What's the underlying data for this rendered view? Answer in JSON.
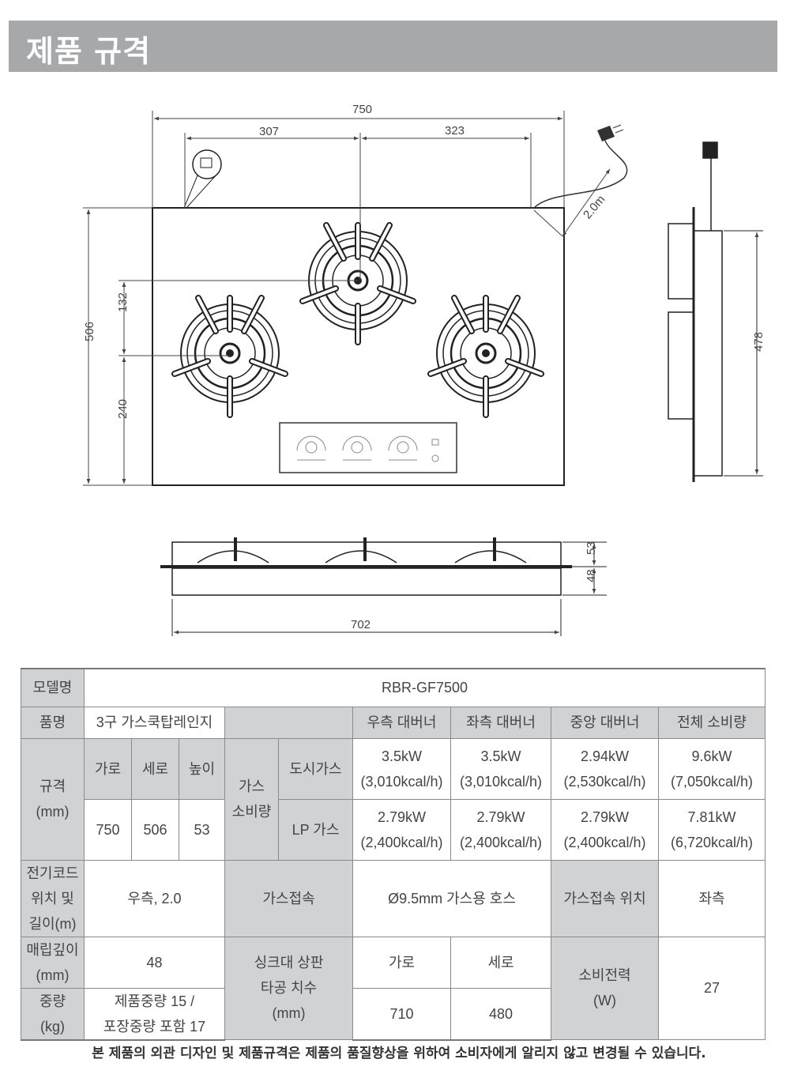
{
  "title": "제품 규격",
  "dimensions": {
    "width_total": "750",
    "left_offset": "307",
    "right_offset": "323",
    "cord": "2.0m",
    "depth_total": "506",
    "burner_offset": "132",
    "burner_front": "240",
    "side_depth": "478",
    "height_top": "53",
    "height_bottom": "48",
    "cutout_width": "702"
  },
  "table": {
    "model_label": "모델명",
    "model_value": "RBR-GF7500",
    "name_label": "품명",
    "name_value": "3구 가스쿡탑레인지",
    "burner_headers": [
      "우측 대버너",
      "좌측 대버너",
      "중앙 대버너",
      "전체 소비량"
    ],
    "spec_label": "규격",
    "spec_unit": "(mm)",
    "dim_headers": [
      "가로",
      "세로",
      "높이"
    ],
    "dim_values": [
      "750",
      "506",
      "53"
    ],
    "gas_label_1": "가스",
    "gas_label_2": "소비량",
    "city_gas_label": "도시가스",
    "city_gas": [
      [
        "3.5kW",
        "(3,010kcal/h)"
      ],
      [
        "3.5kW",
        "(3,010kcal/h)"
      ],
      [
        "2.94kW",
        "(2,530kcal/h)"
      ],
      [
        "9.6kW",
        "(7,050kcal/h)"
      ]
    ],
    "lp_gas_label": "LP 가스",
    "lp_gas": [
      [
        "2.79kW",
        "(2,400kcal/h)"
      ],
      [
        "2.79kW",
        "(2,400kcal/h)"
      ],
      [
        "2.79kW",
        "(2,400kcal/h)"
      ],
      [
        "7.81kW",
        "(6,720kcal/h)"
      ]
    ],
    "cord_label": [
      "전기코드",
      "위치 및",
      "길이(m)"
    ],
    "cord_value": "우측, 2.0",
    "gas_conn_label": "가스접속",
    "gas_conn_value": "Ø9.5mm 가스용 호스",
    "gas_conn_pos_label": "가스접속 위치",
    "gas_conn_pos_value": "좌측",
    "embed_label": [
      "매립깊이",
      "(mm)"
    ],
    "embed_value": "48",
    "cutout_label": [
      "싱크대 상판",
      "타공 치수",
      "(mm)"
    ],
    "cutout_headers": [
      "가로",
      "세로"
    ],
    "cutout_values": [
      "710",
      "480"
    ],
    "power_label": [
      "소비전력",
      "(W)"
    ],
    "power_value": "27",
    "weight_label": [
      "중량",
      "(kg)"
    ],
    "weight_value": [
      "제품중량 15 /",
      "포장중량 포함 17"
    ]
  },
  "notice": "본 제품의 외관 디자인 및 제품규격은 제품의 품질향상을 위하여 소비자에게 알리지 않고 변경될 수 있습니다."
}
